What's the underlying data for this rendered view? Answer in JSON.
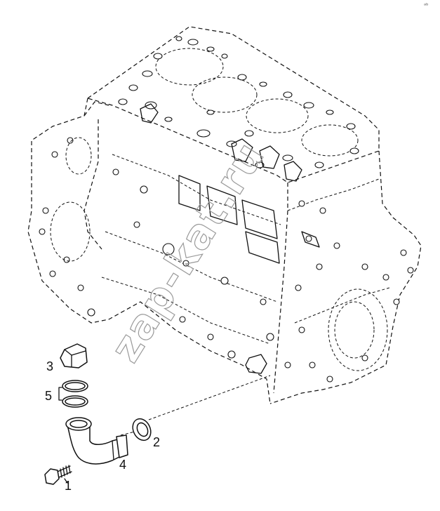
{
  "diagram": {
    "callouts": [
      {
        "id": "screw",
        "label": "1"
      },
      {
        "id": "seal-ring",
        "label": "2"
      },
      {
        "id": "cap",
        "label": "3"
      },
      {
        "id": "elbow-pipe",
        "label": "4"
      },
      {
        "id": "o-rings",
        "label": "5"
      }
    ],
    "watermark": "zap-kat.ru",
    "corner_mark": "ᵃᵇ"
  }
}
